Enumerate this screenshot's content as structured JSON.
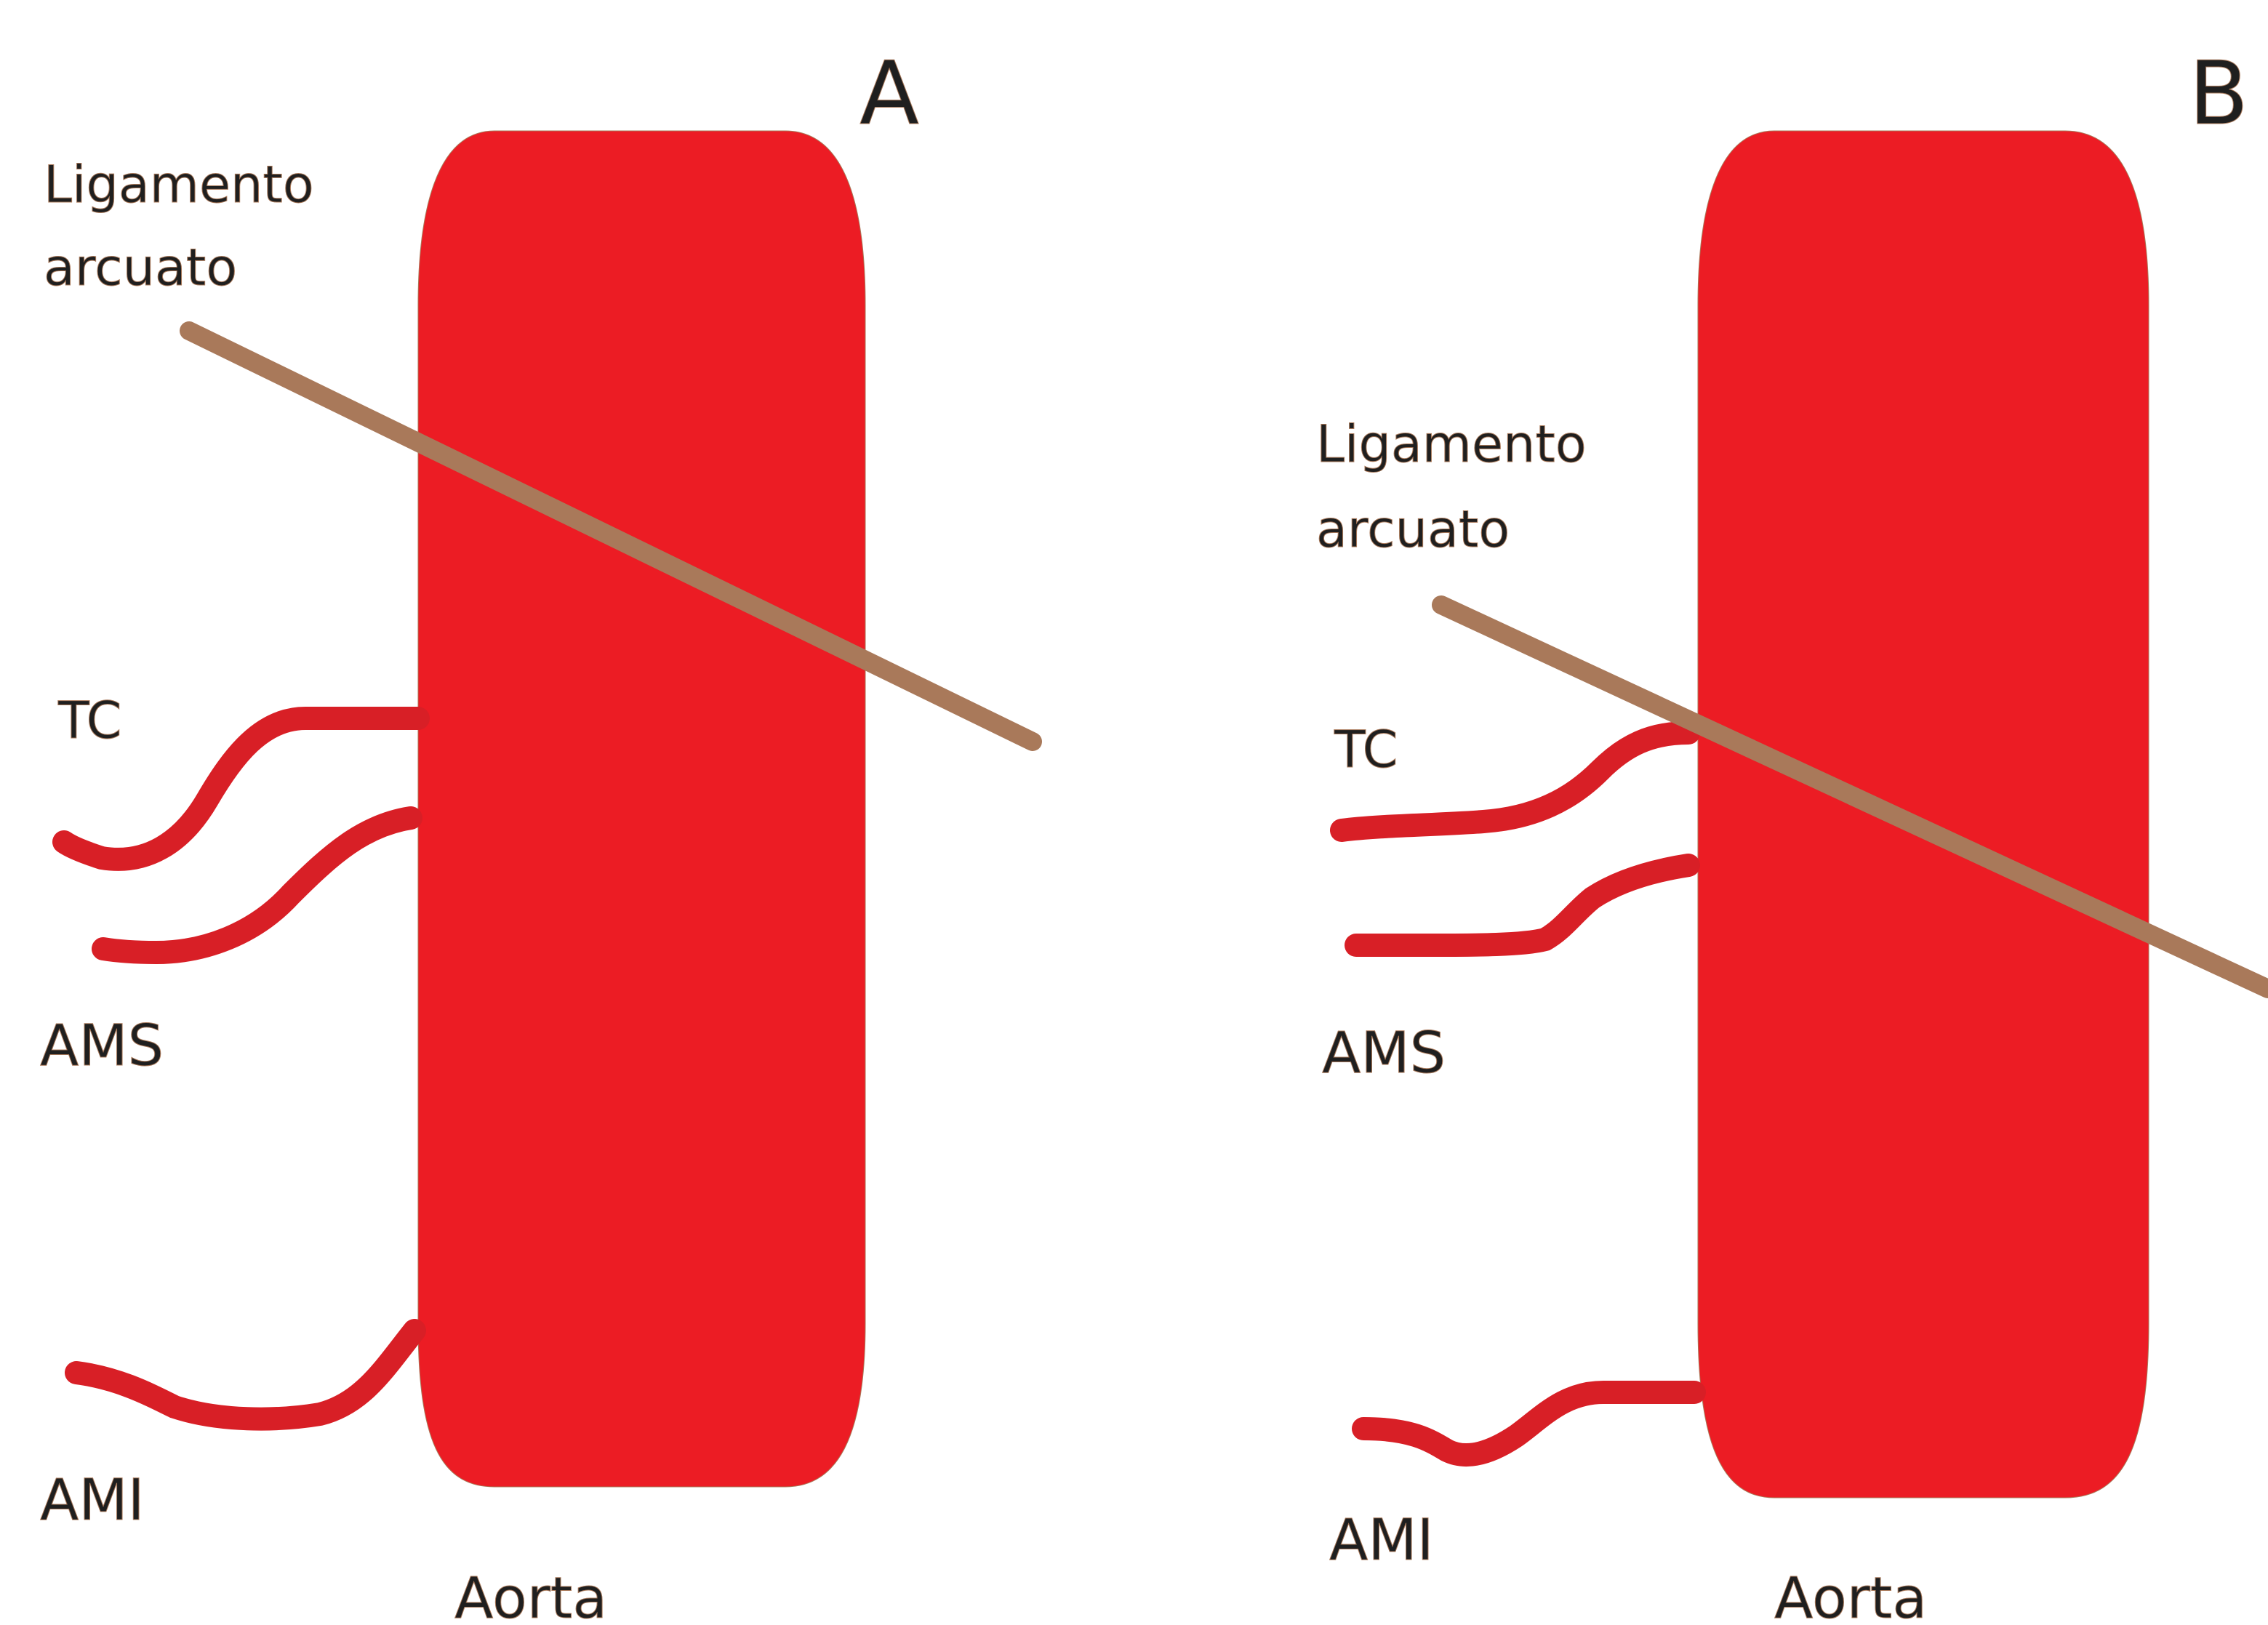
{
  "colors": {
    "aorta": "#ec1c24",
    "vessel": "#d81f26",
    "ligament": "#a9795a",
    "text": "#1f1f1f",
    "background": "#ffffff"
  },
  "panels": [
    {
      "id": "A",
      "letter": "A",
      "ligament_label_line1": "Ligamento",
      "ligament_label_line2": "arcuato",
      "tc_label": "TC",
      "ams_label": "AMS",
      "ami_label": "AMI",
      "aorta_label": "Aorta"
    },
    {
      "id": "B",
      "letter": "B",
      "ligament_label_line1": "Ligamento",
      "ligament_label_line2": "arcuato",
      "tc_label": "TC",
      "ams_label": "AMS",
      "ami_label": "AMI",
      "aorta_label": "Aorta"
    }
  ]
}
